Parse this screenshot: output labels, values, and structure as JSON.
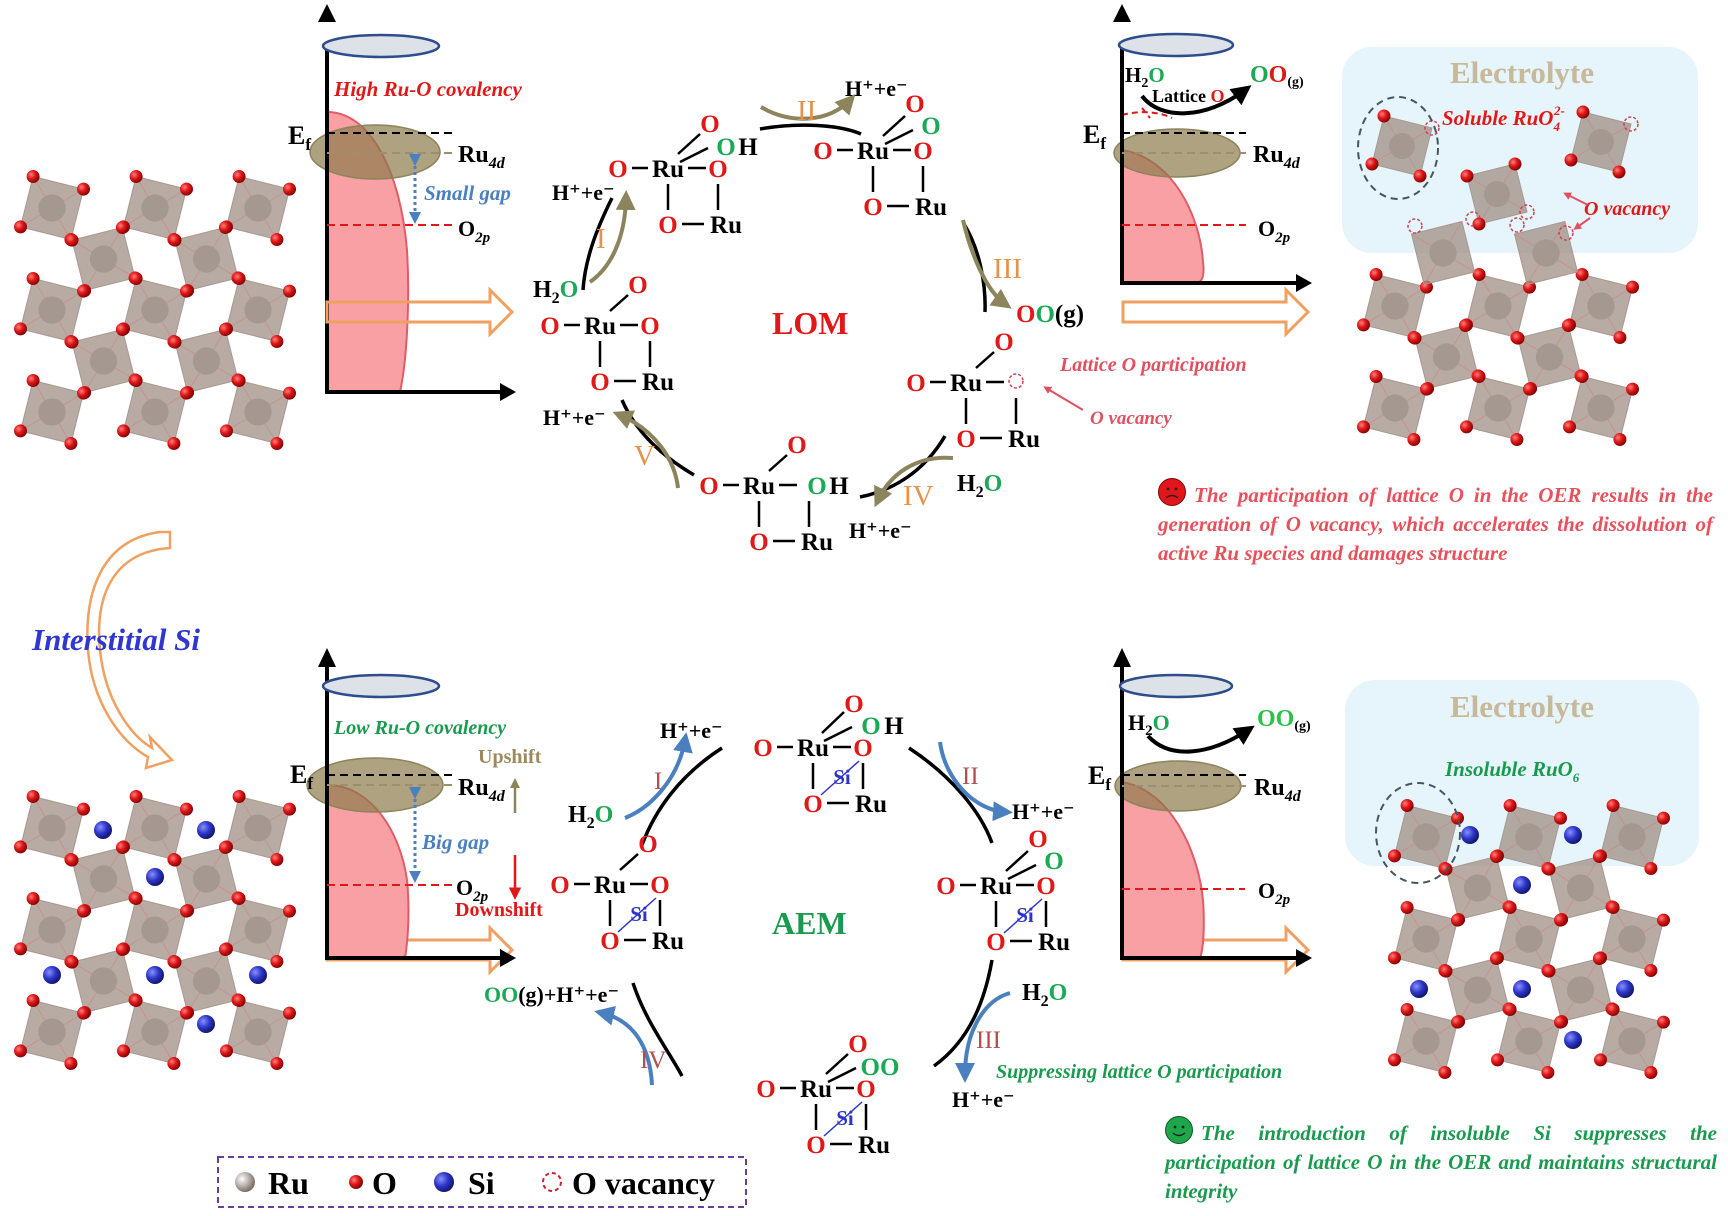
{
  "figure": {
    "colors": {
      "ru": "#b7aaa4",
      "o": "#e01818",
      "si": "#2c36c8",
      "vacancy": "#d64050",
      "lom_title": "#e01818",
      "aem_title": "#1a9a4e",
      "lattice_o_green": "#1aaa55",
      "step_orange": "#e8914a",
      "step_maroon": "#b05050",
      "arrow_olive": "#8b845c",
      "arrow_blue": "#4a80c0",
      "electrolyte_bg": "#e6f4fb",
      "electrolyte_text": "#c7b99a",
      "transition_arrow": "#f0a060"
    },
    "left_panel": {
      "modification_label": "Interstitial Si"
    },
    "top_band_diagram": {
      "title": "High Ru-O covalency",
      "ef_label": "E",
      "ef_sub": "f",
      "ru_label": "Ru",
      "ru_sub": "4d",
      "o_label": "O",
      "o_sub": "2p",
      "gap_label": "Small gap"
    },
    "bottom_band_diagram": {
      "title": "Low Ru-O covalency",
      "ef_label": "E",
      "ef_sub": "f",
      "ru_label": "Ru",
      "ru_sub": "4d",
      "o_label": "O",
      "o_sub": "2p",
      "gap_label": "Big gap",
      "upshift_label": "Upshift",
      "downshift_label": "Downshift"
    },
    "lom_cycle": {
      "title": "LOM",
      "steps": [
        "I",
        "II",
        "III",
        "IV",
        "V"
      ],
      "species": {
        "h_e": "H⁺+e⁻",
        "h2o_h2": "H",
        "h2o_sub": "2",
        "h2o_o": "O",
        "oo_g_suffix": "(g)"
      },
      "annotations": {
        "lattice_participation": "Lattice O participation",
        "o_vacancy": "O vacancy"
      }
    },
    "aem_cycle": {
      "title": "AEM",
      "steps": [
        "I",
        "II",
        "III",
        "IV"
      ],
      "species": {
        "h_e": "H⁺+e⁻",
        "release": "OO(g)+H⁺+e⁻"
      },
      "annotations": {
        "suppressing": "Suppressing lattice O participation"
      }
    },
    "top_right_band": {
      "h2o": "H2O",
      "lattice_o_label": "Lattice O",
      "product": "OO",
      "product_sub": "(g)",
      "ru_label": "Ru",
      "ru_sub": "4d",
      "o_label": "O",
      "o_sub": "2p",
      "ef_label": "E",
      "ef_sub": "f"
    },
    "bottom_right_band": {
      "product": "OO",
      "product_sub": "(g)",
      "ru_label": "Ru",
      "ru_sub": "4d",
      "o_label": "O",
      "o_sub": "2p",
      "ef_label": "E",
      "ef_sub": "f"
    },
    "top_structure": {
      "electrolyte_label": "Electrolyte",
      "species_label": "Soluble RuO",
      "species_sub": "4",
      "species_sup": "2-",
      "vacancy_label": "O vacancy"
    },
    "bottom_structure": {
      "electrolyte_label": "Electrolyte",
      "species_label": "Insoluble RuO",
      "species_sub": "6"
    },
    "captions": {
      "lom_conclusion": "The participation of lattice O in the OER results in the generation of O vacancy, which accelerates the dissolution of active Ru species and damages structure",
      "aem_conclusion": "The introduction of insoluble Si suppresses the participation of lattice O in the OER and maintains structural integrity"
    },
    "legend": {
      "items": [
        {
          "symbol": "ru-sphere",
          "label": "Ru"
        },
        {
          "symbol": "o-sphere",
          "label": "O"
        },
        {
          "symbol": "si-sphere",
          "label": "Si"
        },
        {
          "symbol": "vacancy-circle",
          "label": "O vacancy"
        }
      ]
    }
  }
}
